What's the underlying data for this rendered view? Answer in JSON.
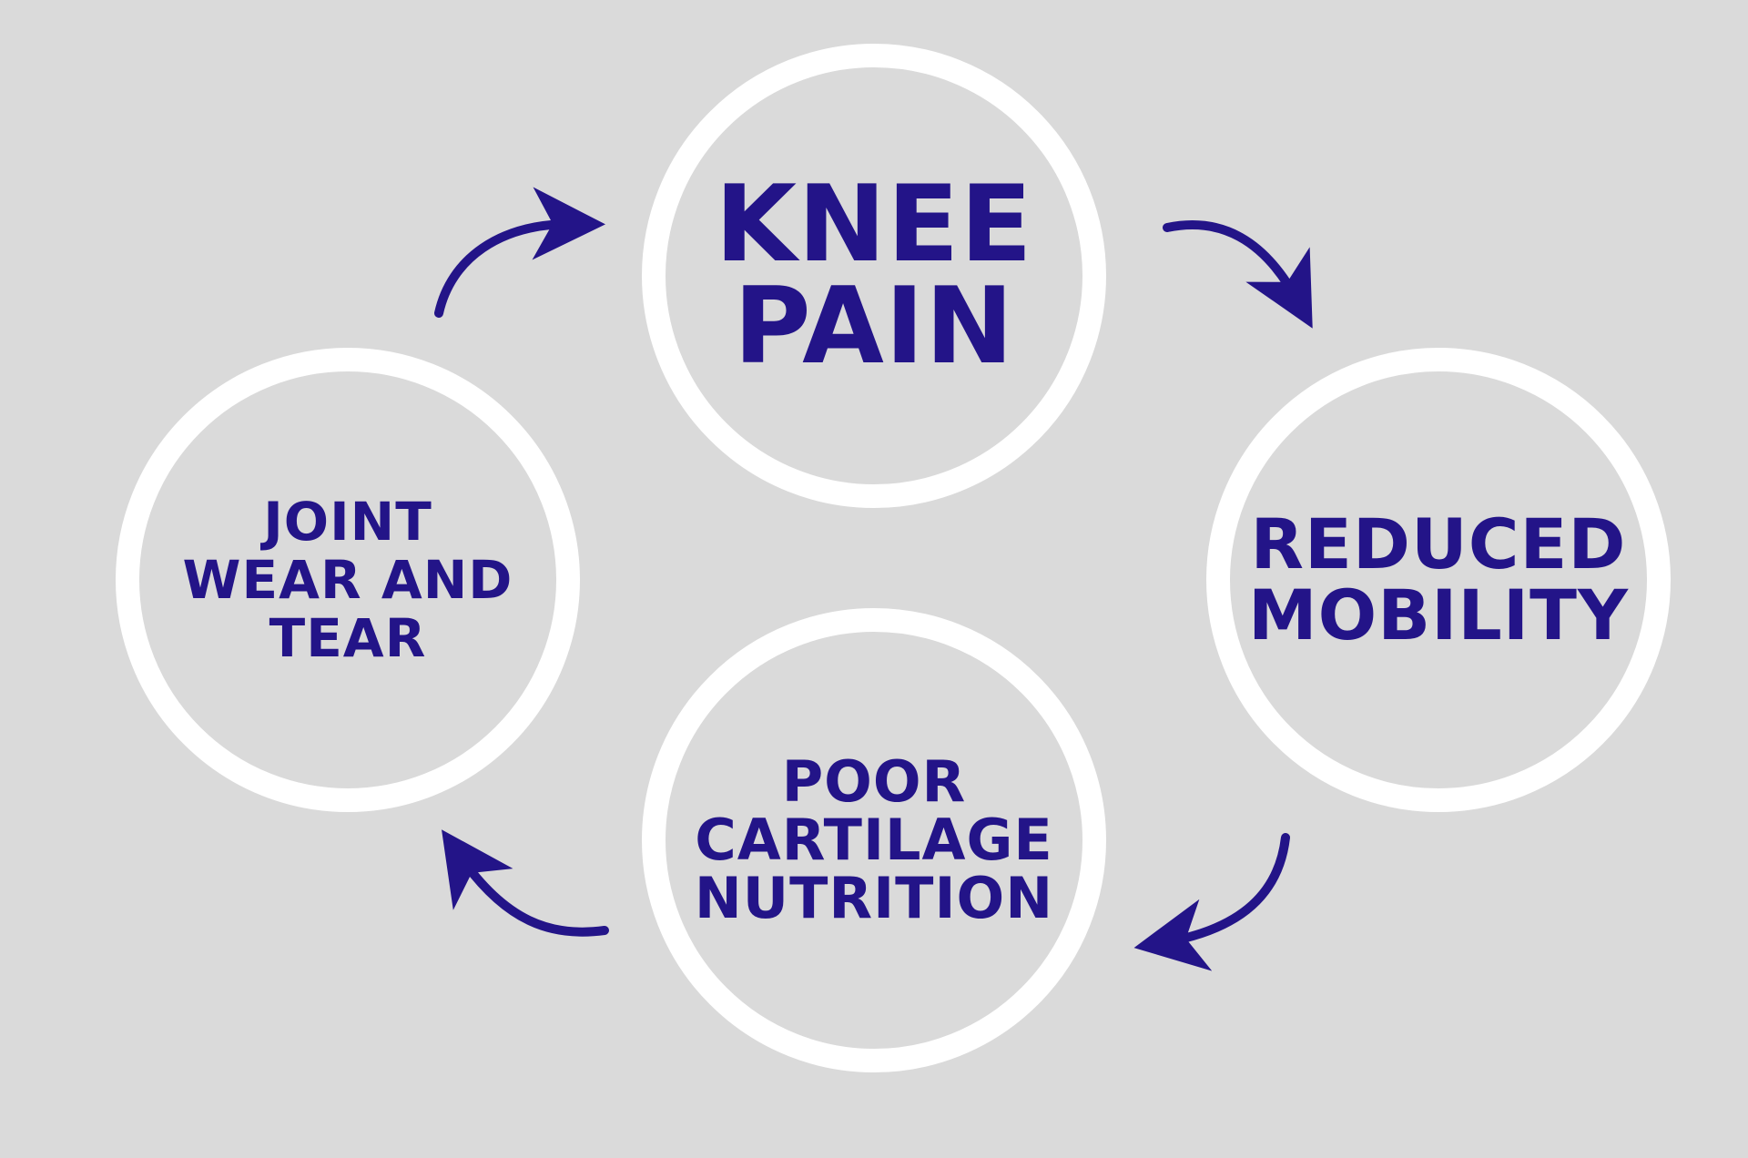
{
  "colors": {
    "background": "#dadada",
    "ring": "#ffffff",
    "text": "#231488",
    "arrow": "#231488"
  },
  "cycle": [
    {
      "id": "knee-pain",
      "lines": [
        "KNEE",
        "PAIN"
      ]
    },
    {
      "id": "reduced-mobility",
      "lines": [
        "REDUCED",
        "MOBILITY"
      ]
    },
    {
      "id": "poor-cartilage-nutrition",
      "lines": [
        "POOR",
        "CARTILAGE",
        "NUTRITION"
      ]
    },
    {
      "id": "joint-wear-and-tear",
      "lines": [
        "JOINT",
        "WEAR AND",
        "TEAR"
      ]
    }
  ],
  "arrows": [
    {
      "from": "knee-pain",
      "to": "reduced-mobility",
      "icon": "curved-arrow-icon"
    },
    {
      "from": "reduced-mobility",
      "to": "poor-cartilage-nutrition",
      "icon": "curved-arrow-icon"
    },
    {
      "from": "poor-cartilage-nutrition",
      "to": "joint-wear-and-tear",
      "icon": "curved-arrow-icon"
    },
    {
      "from": "joint-wear-and-tear",
      "to": "knee-pain",
      "icon": "curved-arrow-icon"
    }
  ]
}
